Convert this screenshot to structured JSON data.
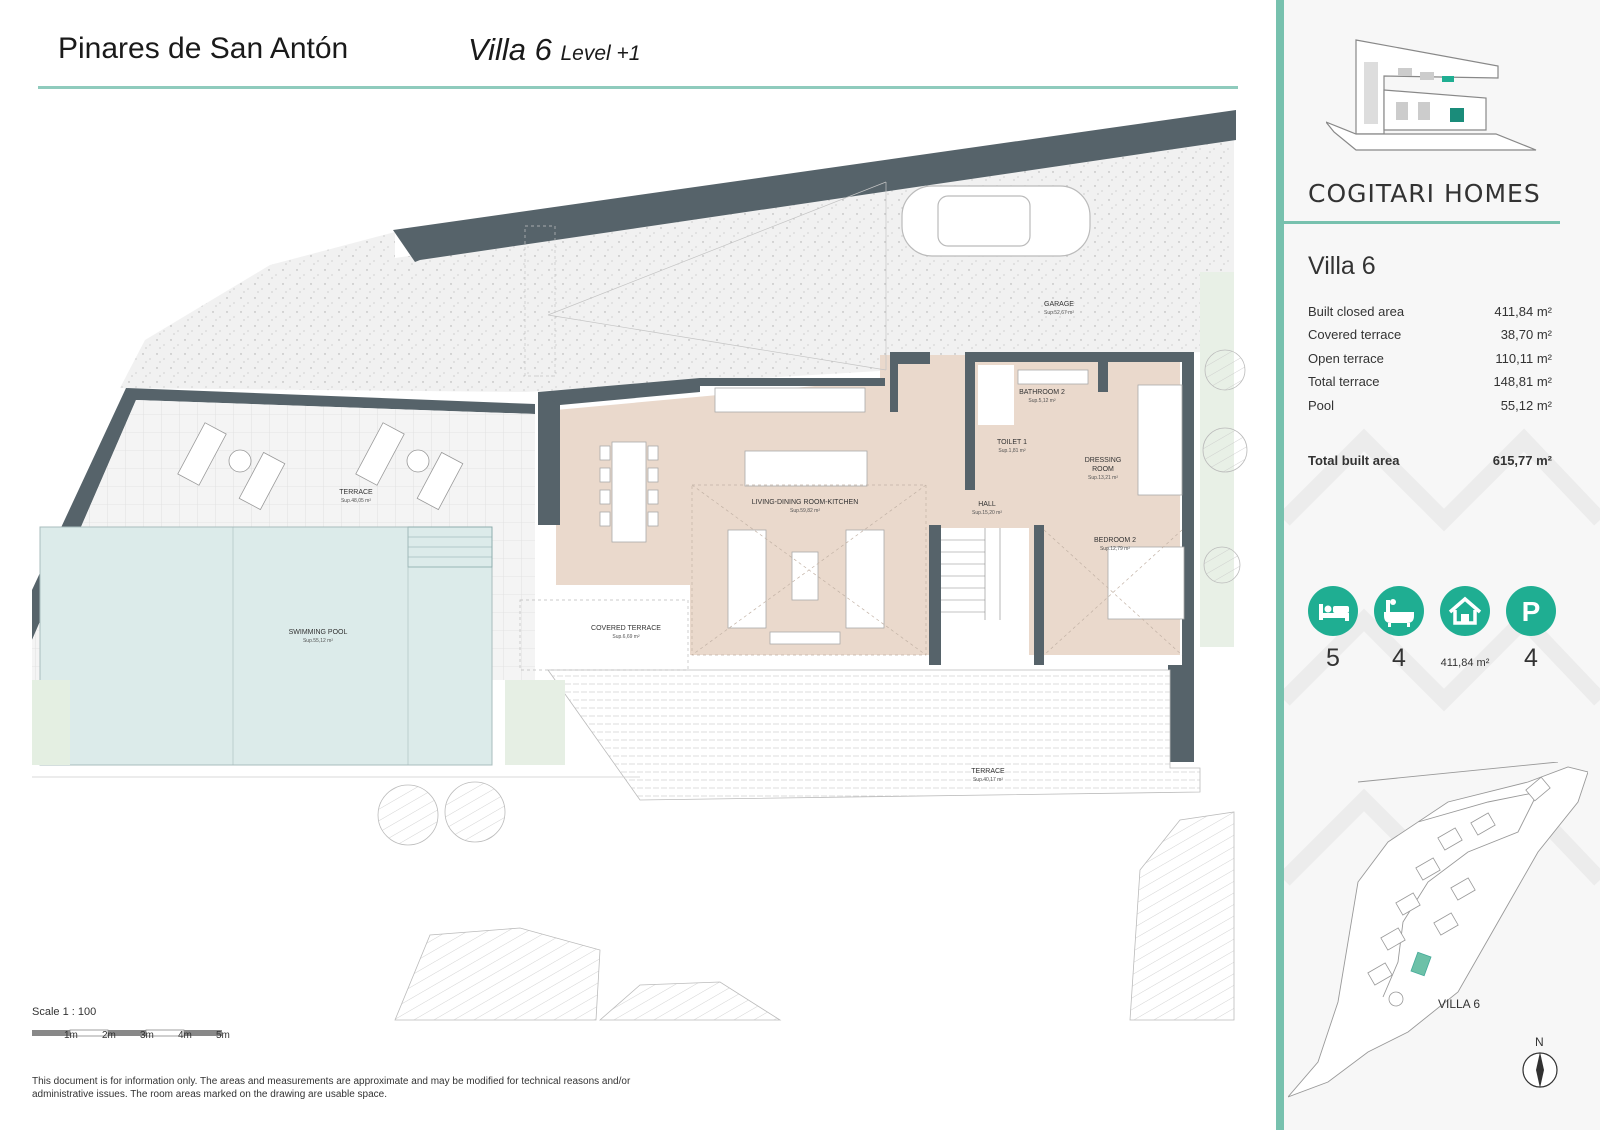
{
  "header": {
    "project": "Pinares de San Antón",
    "villa": "Villa 6",
    "level": "Level +1"
  },
  "rooms": [
    {
      "id": "garage",
      "label": "GARAGE",
      "area": "Sup.52,67 m²"
    },
    {
      "id": "terrace-pool",
      "label": "TERRACE",
      "area": "Sup.48,05 m²"
    },
    {
      "id": "pool",
      "label": "SWIMMING POOL",
      "area": "Sup.55,12 m²"
    },
    {
      "id": "covered-terrace",
      "label": "COVERED TERRACE",
      "area": "Sup.6,69 m²"
    },
    {
      "id": "living",
      "label": "LIVING-DINING ROOM-KITCHEN",
      "area": "Sup.59,82 m²"
    },
    {
      "id": "hall",
      "label": "HALL",
      "area": "Sup.15,20 m²"
    },
    {
      "id": "bathroom2",
      "label": "BATHROOM 2",
      "area": "Sup.5,12 m²"
    },
    {
      "id": "toilet1",
      "label": "TOILET 1",
      "area": "Sup.1,81 m²"
    },
    {
      "id": "dressing",
      "label": "DRESSING\nROOM",
      "area": "Sup.13,21 m²"
    },
    {
      "id": "bedroom2",
      "label": "BEDROOM 2",
      "area": "Sup.12,79 m²"
    },
    {
      "id": "terrace-front",
      "label": "TERRACE",
      "area": "Sup.40,17 m²"
    }
  ],
  "scale": {
    "label": "Scale  1 : 100",
    "ticks": [
      "1m",
      "2m",
      "3m",
      "4m",
      "5m"
    ]
  },
  "disclaimer": "This document is for information only. The areas and measurements are approximate and may be modified for technical reasons and/or administrative issues. The room areas marked on the drawing are usable space.",
  "sidebar": {
    "brand": "COGITARI HOMES",
    "villa_title": "Villa 6",
    "stats": [
      {
        "label": "Built closed area",
        "value": "411,84 m²"
      },
      {
        "label": "Covered terrace",
        "value": "38,70 m²"
      },
      {
        "label": "Open terrace",
        "value": "110,11 m²"
      },
      {
        "label": "Total terrace",
        "value": "148,81 m²"
      },
      {
        "label": "Pool",
        "value": "55,12 m²"
      }
    ],
    "total": {
      "label": "Total built area",
      "value": "615,77 m²"
    },
    "amenities": [
      {
        "icon": "bed-icon",
        "value": "5"
      },
      {
        "icon": "bathtub-icon",
        "value": "4"
      },
      {
        "icon": "house-icon",
        "value": "411,84 m²"
      },
      {
        "icon": "parking-icon",
        "value": "4"
      }
    ],
    "site_tag": "VILLA 6",
    "north": "N"
  },
  "colors": {
    "accent": "#77c1ae",
    "icon": "#1fae92",
    "wall": "#56636a",
    "floor": "#ead9cc"
  }
}
